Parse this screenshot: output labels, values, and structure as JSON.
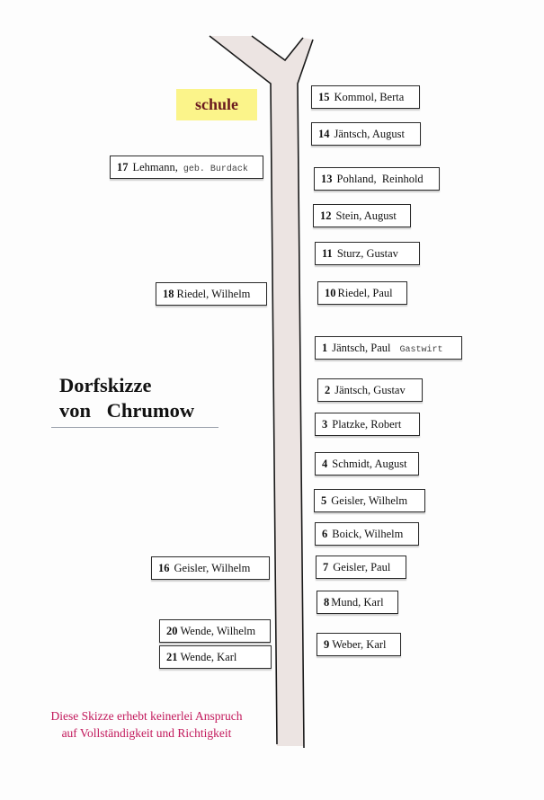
{
  "title": {
    "line1": "Dorfskizze",
    "line2": "von Chrumow"
  },
  "school": {
    "label": "schule",
    "fill_color": "#fbf48a",
    "text_color": "#6a1a1e"
  },
  "disclaimer": {
    "line1": "Diese Skizze erhebt keinerlei Anspruch",
    "line2": "auf Vollständigkeit und Richtigkeit",
    "color": "#c2185b"
  },
  "road": {
    "fill_color": "#ece4e2",
    "line_color": "#1a1a1a",
    "shape": "Y-fork at top, single street running downward"
  },
  "right_side": [
    {
      "num": "15",
      "name": "Kommol, Berta",
      "note": ""
    },
    {
      "num": "14",
      "name": "Jäntsch, August",
      "note": ""
    },
    {
      "num": "13",
      "name": "Pohland,  Reinhold",
      "note": ""
    },
    {
      "num": "12",
      "name": "Stein, August",
      "note": ""
    },
    {
      "num": "11",
      "name": "Sturz, Gustav",
      "note": ""
    },
    {
      "num": "10",
      "name": "Riedel, Paul",
      "note": ""
    },
    {
      "num": "1",
      "name": "Jäntsch, Paul",
      "note": "Gastwirt"
    },
    {
      "num": "2",
      "name": "Jäntsch, Gustav",
      "note": ""
    },
    {
      "num": "3",
      "name": "Platzke, Robert",
      "note": ""
    },
    {
      "num": "4",
      "name": "Schmidt, August",
      "note": ""
    },
    {
      "num": "5",
      "name": "Geisler, Wilhelm",
      "note": ""
    },
    {
      "num": "6",
      "name": "Boick, Wilhelm",
      "note": ""
    },
    {
      "num": "7",
      "name": "Geisler, Paul",
      "note": ""
    },
    {
      "num": "8",
      "name": "Mund, Karl",
      "note": ""
    },
    {
      "num": "9",
      "name": "Weber, Karl",
      "note": ""
    }
  ],
  "left_side": [
    {
      "num": "17",
      "name": "Lehmann,",
      "note": "geb. Burdack"
    },
    {
      "num": "18",
      "name": "Riedel, Wilhelm",
      "note": ""
    },
    {
      "num": "16",
      "name": "Geisler, Wilhelm",
      "note": ""
    },
    {
      "num": "20",
      "name": "Wende, Wilhelm",
      "note": ""
    },
    {
      "num": "21",
      "name": "Wende, Karl",
      "note": ""
    }
  ]
}
